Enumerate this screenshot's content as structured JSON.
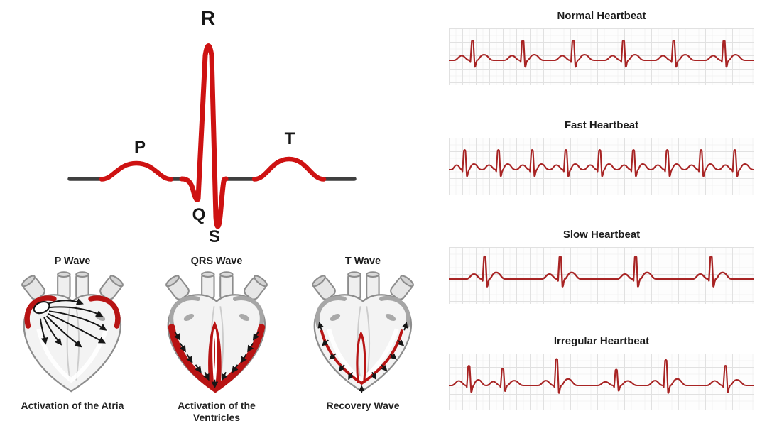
{
  "ecg_labels": {
    "r": "R",
    "p": "P",
    "q": "Q",
    "s": "S",
    "t": "T"
  },
  "hearts": [
    {
      "title": "P Wave",
      "caption": "Activation of the Atria"
    },
    {
      "title": "QRS Wave",
      "caption": "Activation of the Ventricles"
    },
    {
      "title": "T Wave",
      "caption": "Recovery Wave"
    }
  ],
  "strips": [
    {
      "title": "Normal Heartbeat",
      "beats": [
        33,
        103,
        173,
        243,
        313,
        383
      ],
      "amps": [
        1,
        1,
        1,
        1,
        1,
        1
      ]
    },
    {
      "title": "Fast Heartbeat",
      "beats": [
        22,
        69,
        116,
        163,
        210,
        257,
        304,
        351,
        398
      ],
      "amps": [
        1,
        1,
        1,
        1,
        1,
        1,
        1,
        1,
        1
      ]
    },
    {
      "title": "Slow Heartbeat",
      "beats": [
        50,
        155,
        260,
        365
      ],
      "amps": [
        1.15,
        1.15,
        1.15,
        1.15
      ]
    },
    {
      "title": "Irregular Heartbeat",
      "beats": [
        28,
        75,
        150,
        233,
        302,
        385
      ],
      "amps": [
        1,
        0.85,
        1.35,
        0.8,
        1.3,
        1
      ]
    }
  ],
  "colors": {
    "main_trace_red": "#ce1212",
    "strip_trace_red": "#a82424",
    "baseline_gray": "#3f3f3f",
    "heart_red": "#b81414",
    "grid_line": "#e1e1e1"
  }
}
